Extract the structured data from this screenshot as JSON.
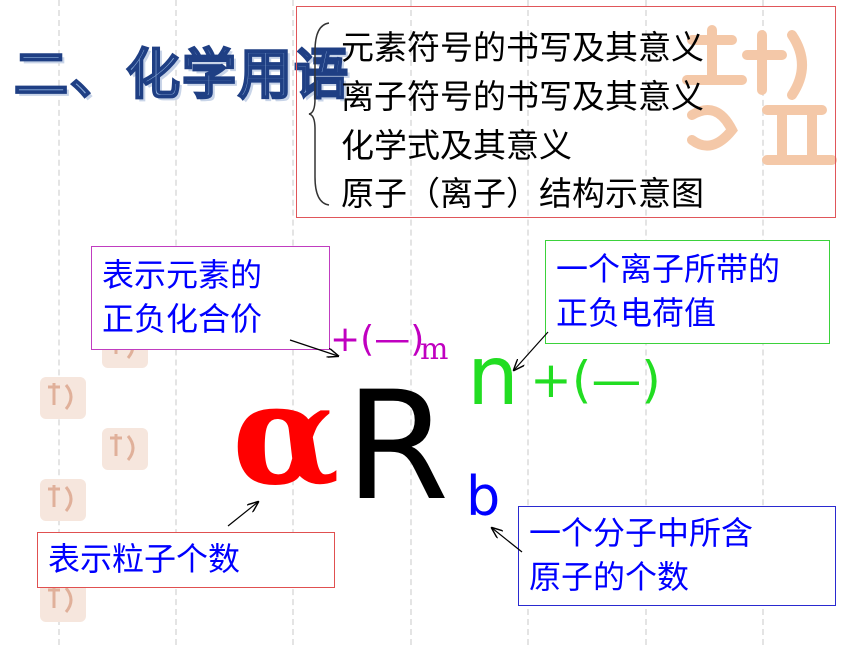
{
  "slide": {
    "title": "二、化学用语",
    "topics": [
      "元素符号的书写及其意义",
      "离子符号的书写及其意义",
      "化学式及其意义",
      "原子（离子）结构示意图"
    ]
  },
  "notation": {
    "coefficient": "α",
    "element": "R",
    "valence_sign": "+(—)",
    "valence_value": "m",
    "charge_value": "n",
    "charge_sign": "+(—)",
    "subscript": "b"
  },
  "annotations": {
    "valence": [
      "表示元素的",
      "正负化合价"
    ],
    "charge": [
      "一个离子所带的",
      "正负电荷值"
    ],
    "particle_count": "表示粒子个数",
    "atom_count": [
      "一个分子中所含",
      "原子的个数"
    ]
  },
  "colors": {
    "coefficient": "#ff0000",
    "valence": "#c000c0",
    "charge": "#22dd22",
    "subscript": "#0000ff",
    "annotation_text": "#0000ff",
    "title_fill": "#8fb0dc",
    "title_stroke": "#1f3f84"
  }
}
